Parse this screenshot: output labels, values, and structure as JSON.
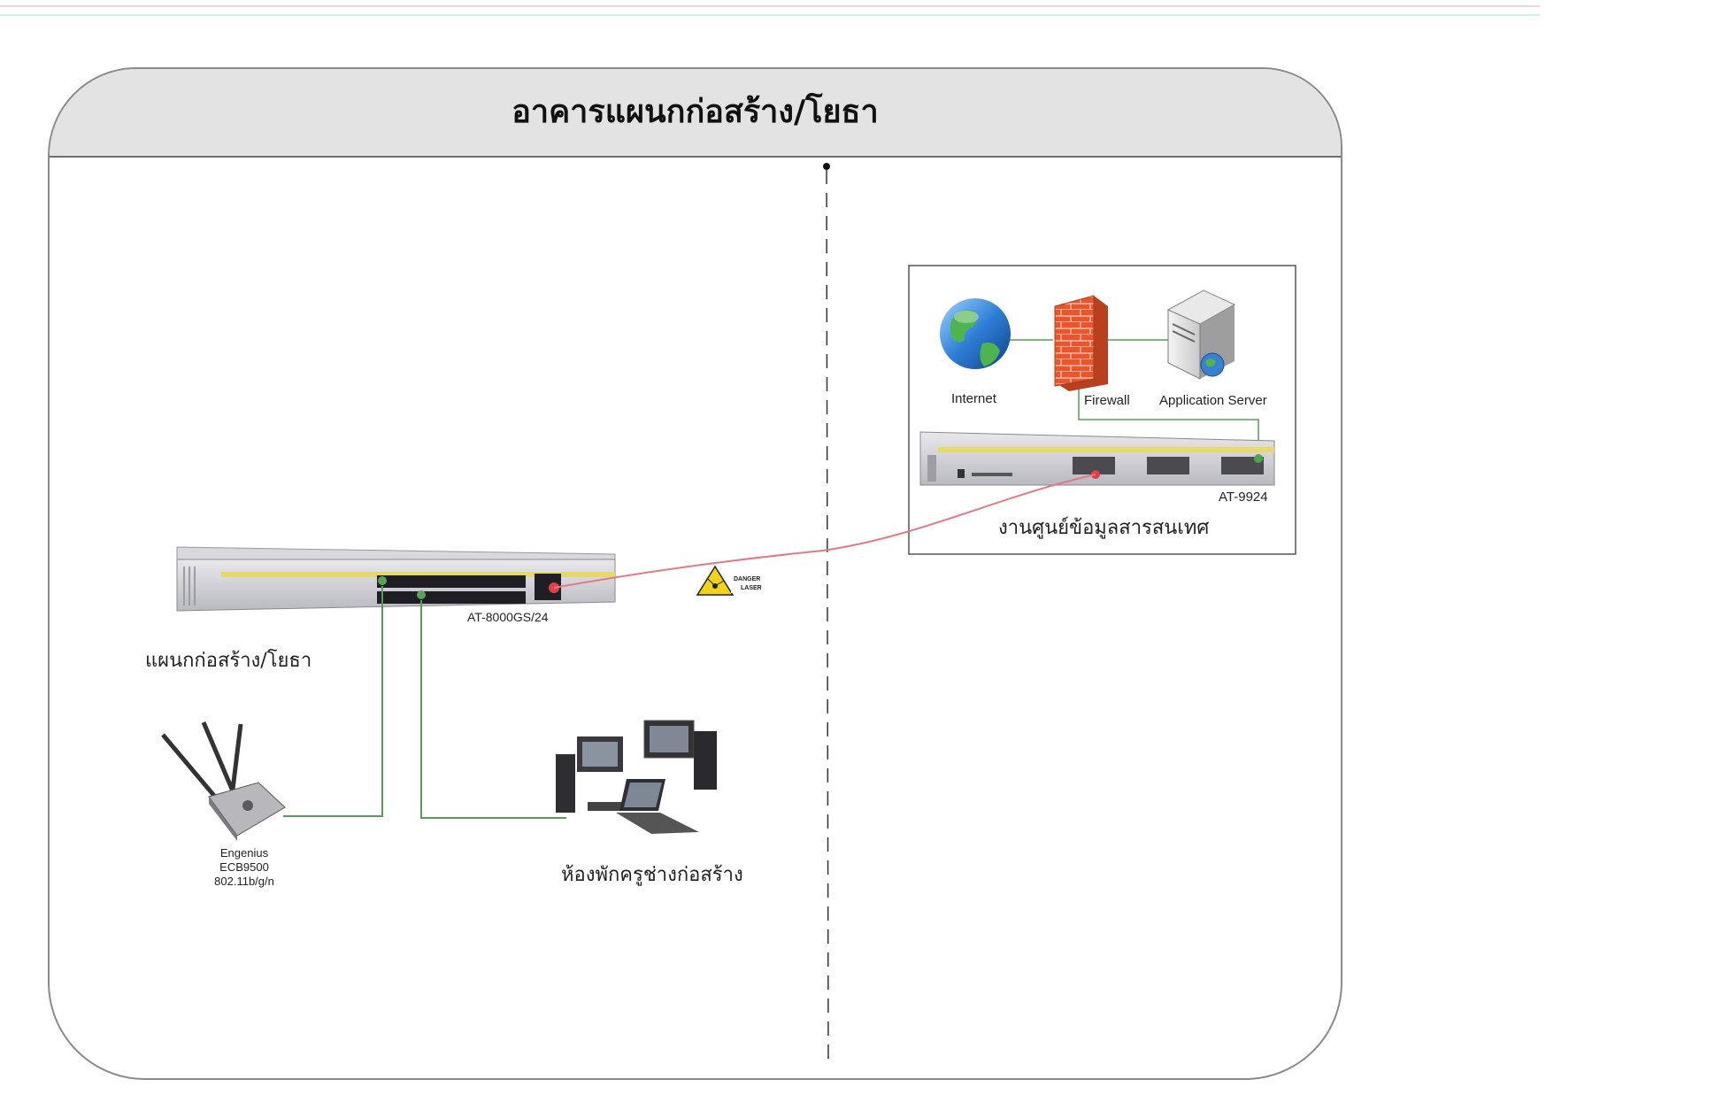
{
  "title": "อาคารแผนกก่อสร้าง/โยธา",
  "datacenter": {
    "label": "งานศูนย์ข้อมูลสารสนเทศ",
    "internet_label": "Internet",
    "firewall_label": "Firewall",
    "server_label": "Application Server",
    "core_switch_label": "AT-9924"
  },
  "building": {
    "label": "แผนกก่อสร้าง/โยธา",
    "switch_label": "AT-8000GS/24",
    "laser_sign": [
      "DANGER",
      "LASER"
    ],
    "ap_lines": [
      "Engenius",
      "ECB9500",
      "802.11b/g/n"
    ],
    "pc_room_label": "ห้องพักครูช่างก่อสร้าง"
  },
  "colors": {
    "fiber": "#e07a84",
    "copper": "#5a9a5a",
    "header_bg": "#e3e3e3",
    "firewall": "#e8562e"
  }
}
